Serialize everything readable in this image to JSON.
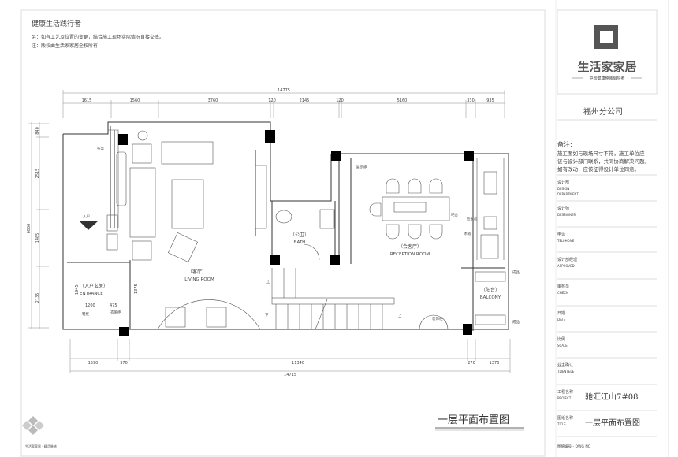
{
  "header": {
    "title": "健康生活践行者",
    "notes": [
      "另：如有工艺及位置的变更，结合施工现场实际情况直接交底。",
      "注：版权由生活家家居全权所有"
    ]
  },
  "dimensions": {
    "top_total": "14775",
    "top_segments": [
      "1615",
      "1560",
      "3760",
      "120",
      "2145",
      "120",
      "5160",
      "330",
      "935"
    ],
    "bottom_segments": [
      "1590",
      "370",
      "11340",
      "270",
      "1376"
    ],
    "bottom_total": "14715",
    "left_total": "6850",
    "left_segments": [
      "840",
      "2515",
      "1465",
      "2135"
    ],
    "entrance_w": "1200",
    "entrance_h": "1945",
    "shoe_w": "475",
    "passage": "1375"
  },
  "rooms": {
    "living": {
      "cn": "（客厅）",
      "en": "LIVING ROOM"
    },
    "bath": {
      "cn": "（公卫）",
      "en": "BATH"
    },
    "reception": {
      "cn": "（会客厅）",
      "en": "RECEPTION ROOM"
    },
    "balcony": {
      "cn": "（阳台）",
      "en": "BALCONY"
    },
    "entrance": {
      "cn": "（入户玄关）",
      "en": "ENTRANCE"
    }
  },
  "annotations": {
    "entry": "入户",
    "strip": "条案",
    "shoe": "鞋柜",
    "shoe2": "衣帽柜",
    "display": "展示柜",
    "bar": "吧台",
    "water": "饮水机",
    "fridge": "冰箱",
    "cab1": "成品",
    "cab2": "成品",
    "decor": "装饰柜",
    "up1": "上",
    "down": "下",
    "up2": "上"
  },
  "drawing_title": "一层平面布置图",
  "footer_logo_text": "生活家家居 · 精品装修",
  "sidebar": {
    "brand": "生活家家居",
    "slogan": "中国健康整装倡导者",
    "branch": "福州分公司",
    "remark_title": "备注:",
    "remark_lines": [
      "施工图如与现场尺寸不符，施工单位应",
      "该与设计部门联系，共同协商解决问题。",
      "如有改动，应该征得设计单位同意。"
    ],
    "fields": [
      {
        "cn": "设计部",
        "en": "DESIGN",
        "en2": "DEPARTMENT",
        "value": ""
      },
      {
        "cn": "设计师",
        "en": "DESSIGNER",
        "en2": "",
        "value": ""
      },
      {
        "cn": "电话",
        "en": "TELPHONE",
        "en2": "",
        "value": ""
      },
      {
        "cn": "设计部经理",
        "en": "APPROVED",
        "en2": "",
        "value": ""
      },
      {
        "cn": "审核员",
        "en": "CHECK",
        "en2": "",
        "value": ""
      },
      {
        "cn": "日期",
        "en": "DATE",
        "en2": "",
        "value": ""
      },
      {
        "cn": "比例",
        "en": "SCALE",
        "en2": "",
        "value": ""
      },
      {
        "cn": "业主确认",
        "en": "TLIENTELE",
        "en2": "",
        "value": ""
      },
      {
        "cn": "工程名称",
        "en": "PROJECT",
        "en2": "",
        "value": "驰汇江山7#08"
      },
      {
        "cn": "图纸名称",
        "en": "TITLE",
        "en2": "",
        "value": "一层平面布置图"
      }
    ],
    "dwg_no": "图纸编号 - DWG NO"
  }
}
